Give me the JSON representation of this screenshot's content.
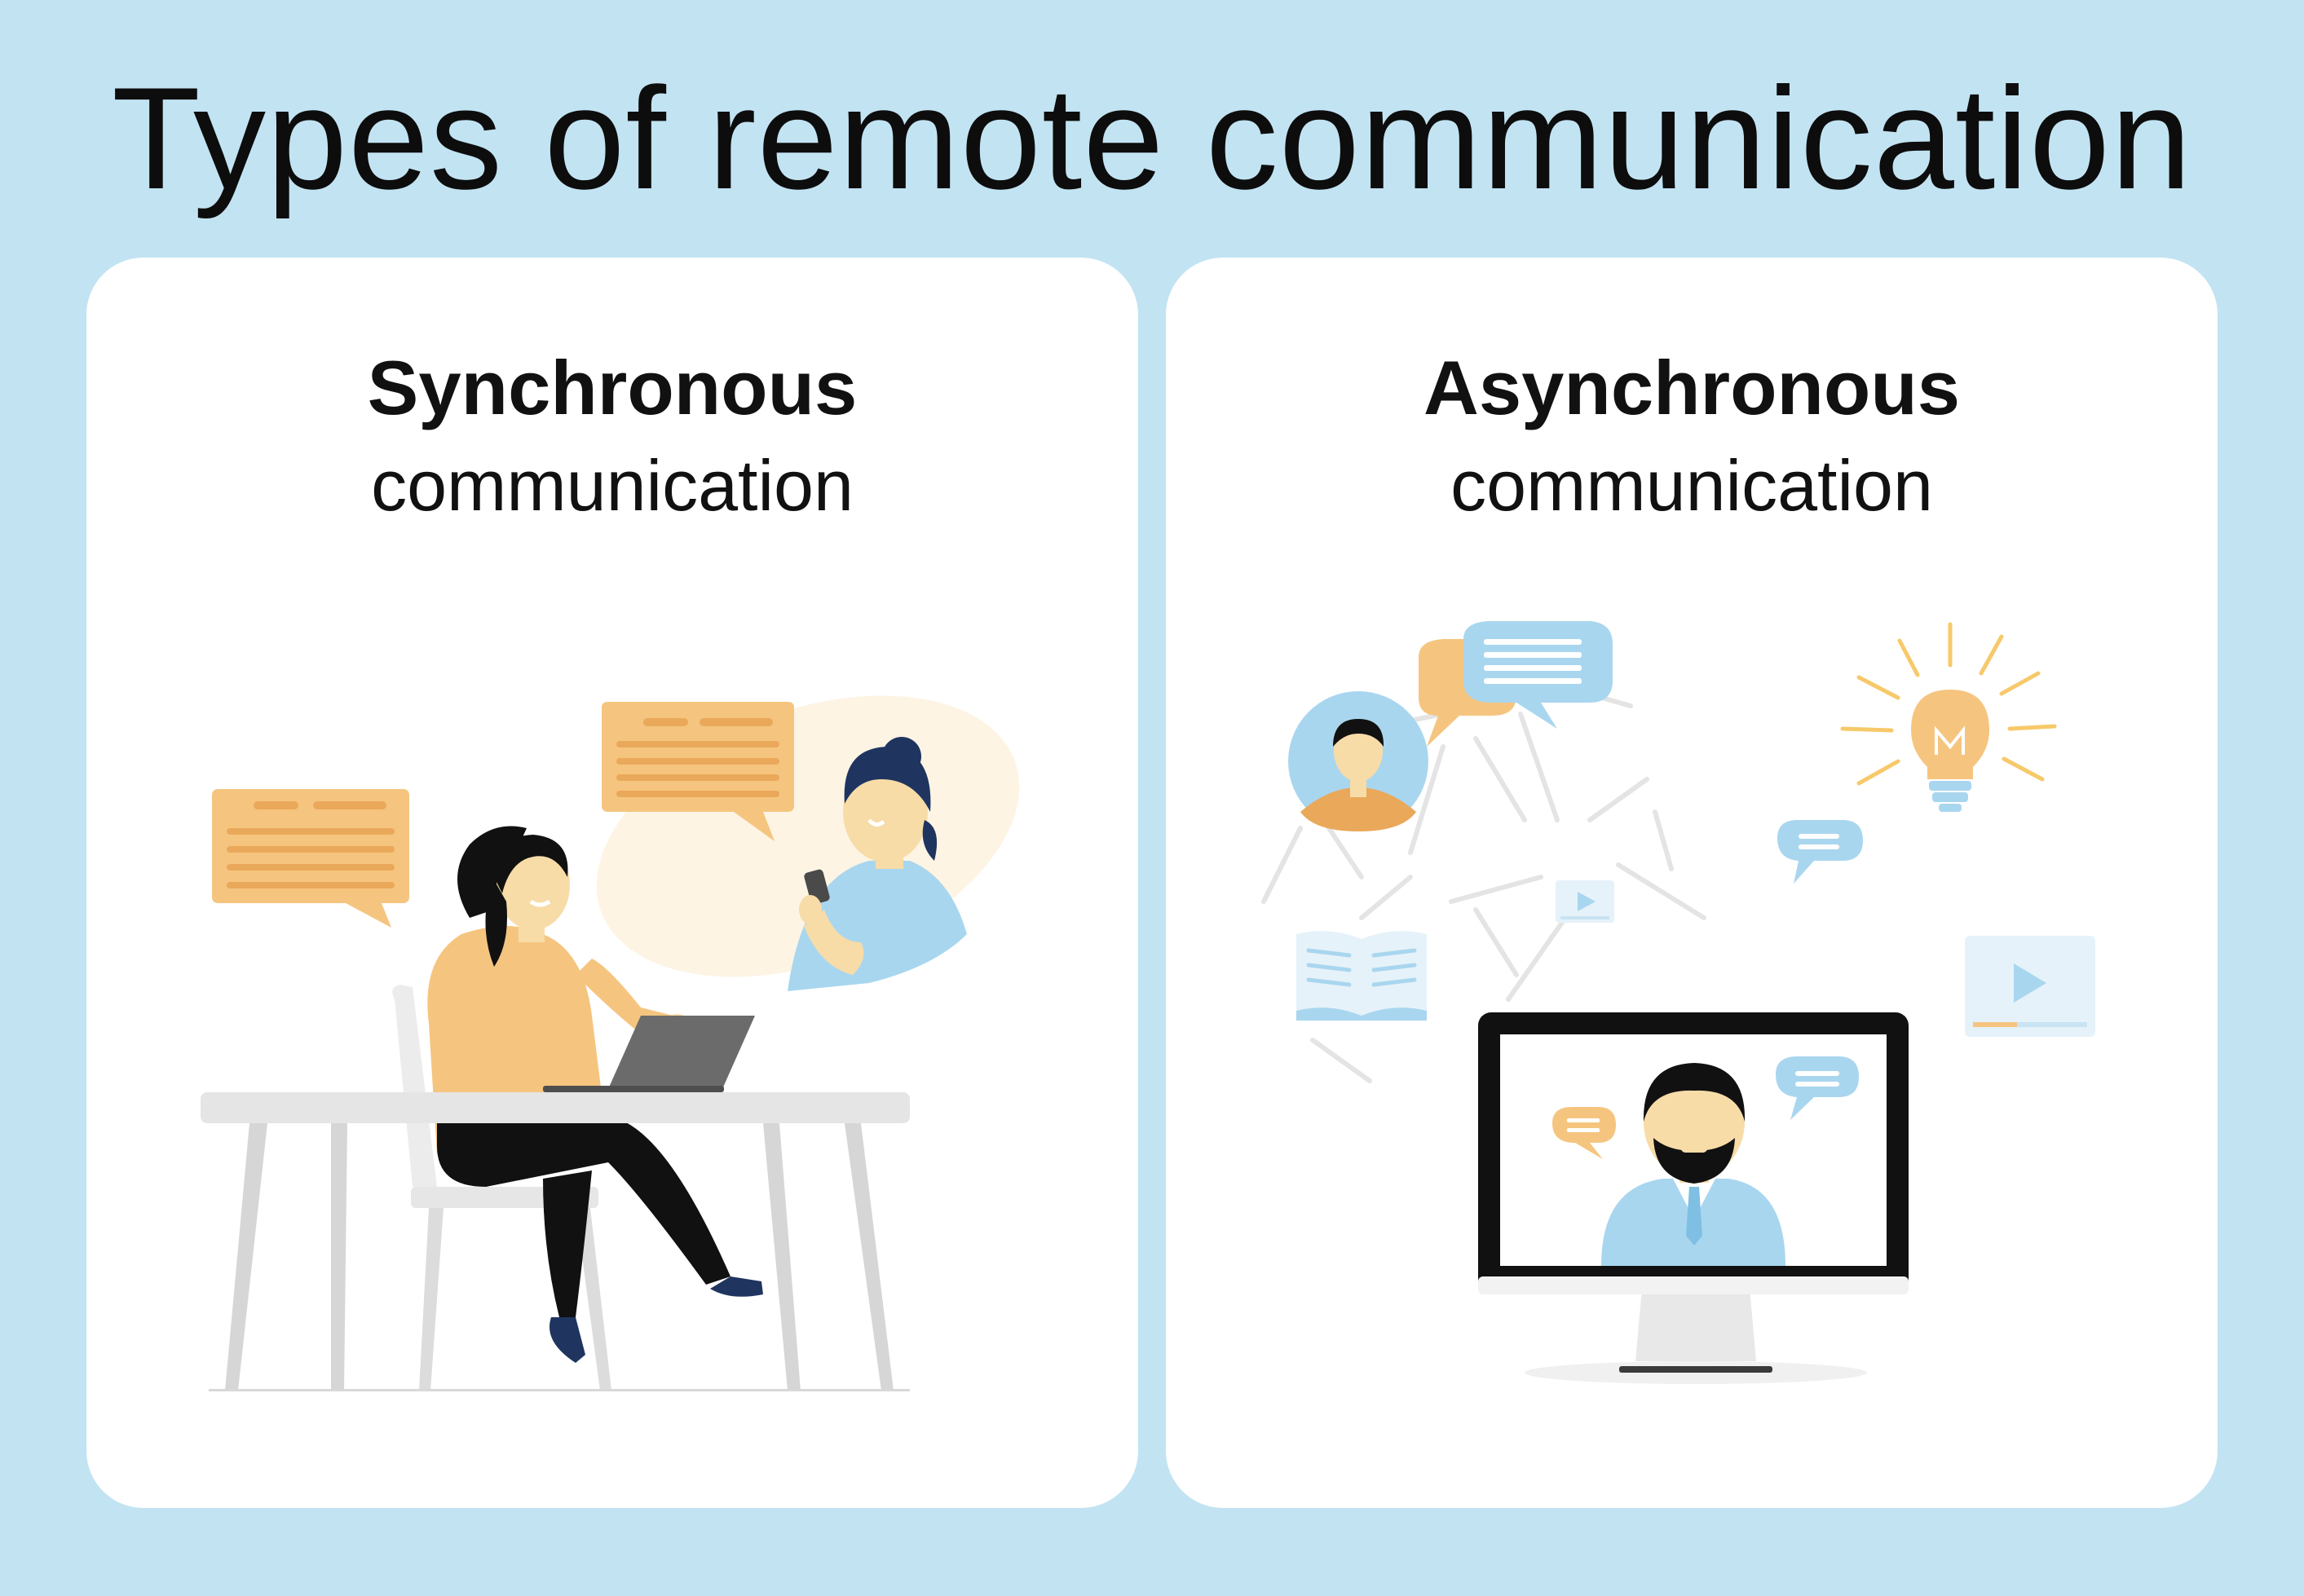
{
  "title": "Types of remote communication",
  "cards": [
    {
      "heading": "Synchronous",
      "subheading": "communication"
    },
    {
      "heading": "Asynchronous",
      "subheading": "communication"
    }
  ],
  "colors": {
    "background": "#c2e3f2",
    "card": "#ffffff",
    "accent_orange": "#f5c57f",
    "accent_blue": "#a9d6ef",
    "skin": "#f7dca8",
    "navy": "#1f3560"
  },
  "icons": {
    "left_illustration": "woman-video-call-laptop",
    "right_illustration": "async-network-monitor"
  }
}
